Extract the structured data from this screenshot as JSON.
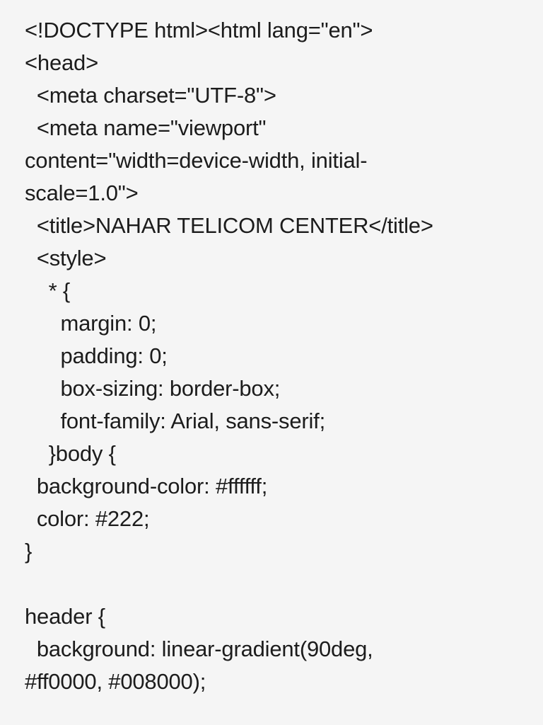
{
  "document": {
    "lines": [
      "<!DOCTYPE html><html lang=\"en\">",
      "<head>",
      "  <meta charset=\"UTF-8\">",
      "  <meta name=\"viewport\"",
      "content=\"width=device-width, initial-",
      "scale=1.0\">",
      "  <title>NAHAR TELICOM CENTER</title>",
      "  <style>",
      "    * {",
      "      margin: 0;",
      "      padding: 0;",
      "      box-sizing: border-box;",
      "      font-family: Arial, sans-serif;",
      "    }body {",
      "  background-color: #ffffff;",
      "  color: #222;",
      "}",
      "",
      "header {",
      "  background: linear-gradient(90deg,",
      "#ff0000, #008000);"
    ]
  }
}
